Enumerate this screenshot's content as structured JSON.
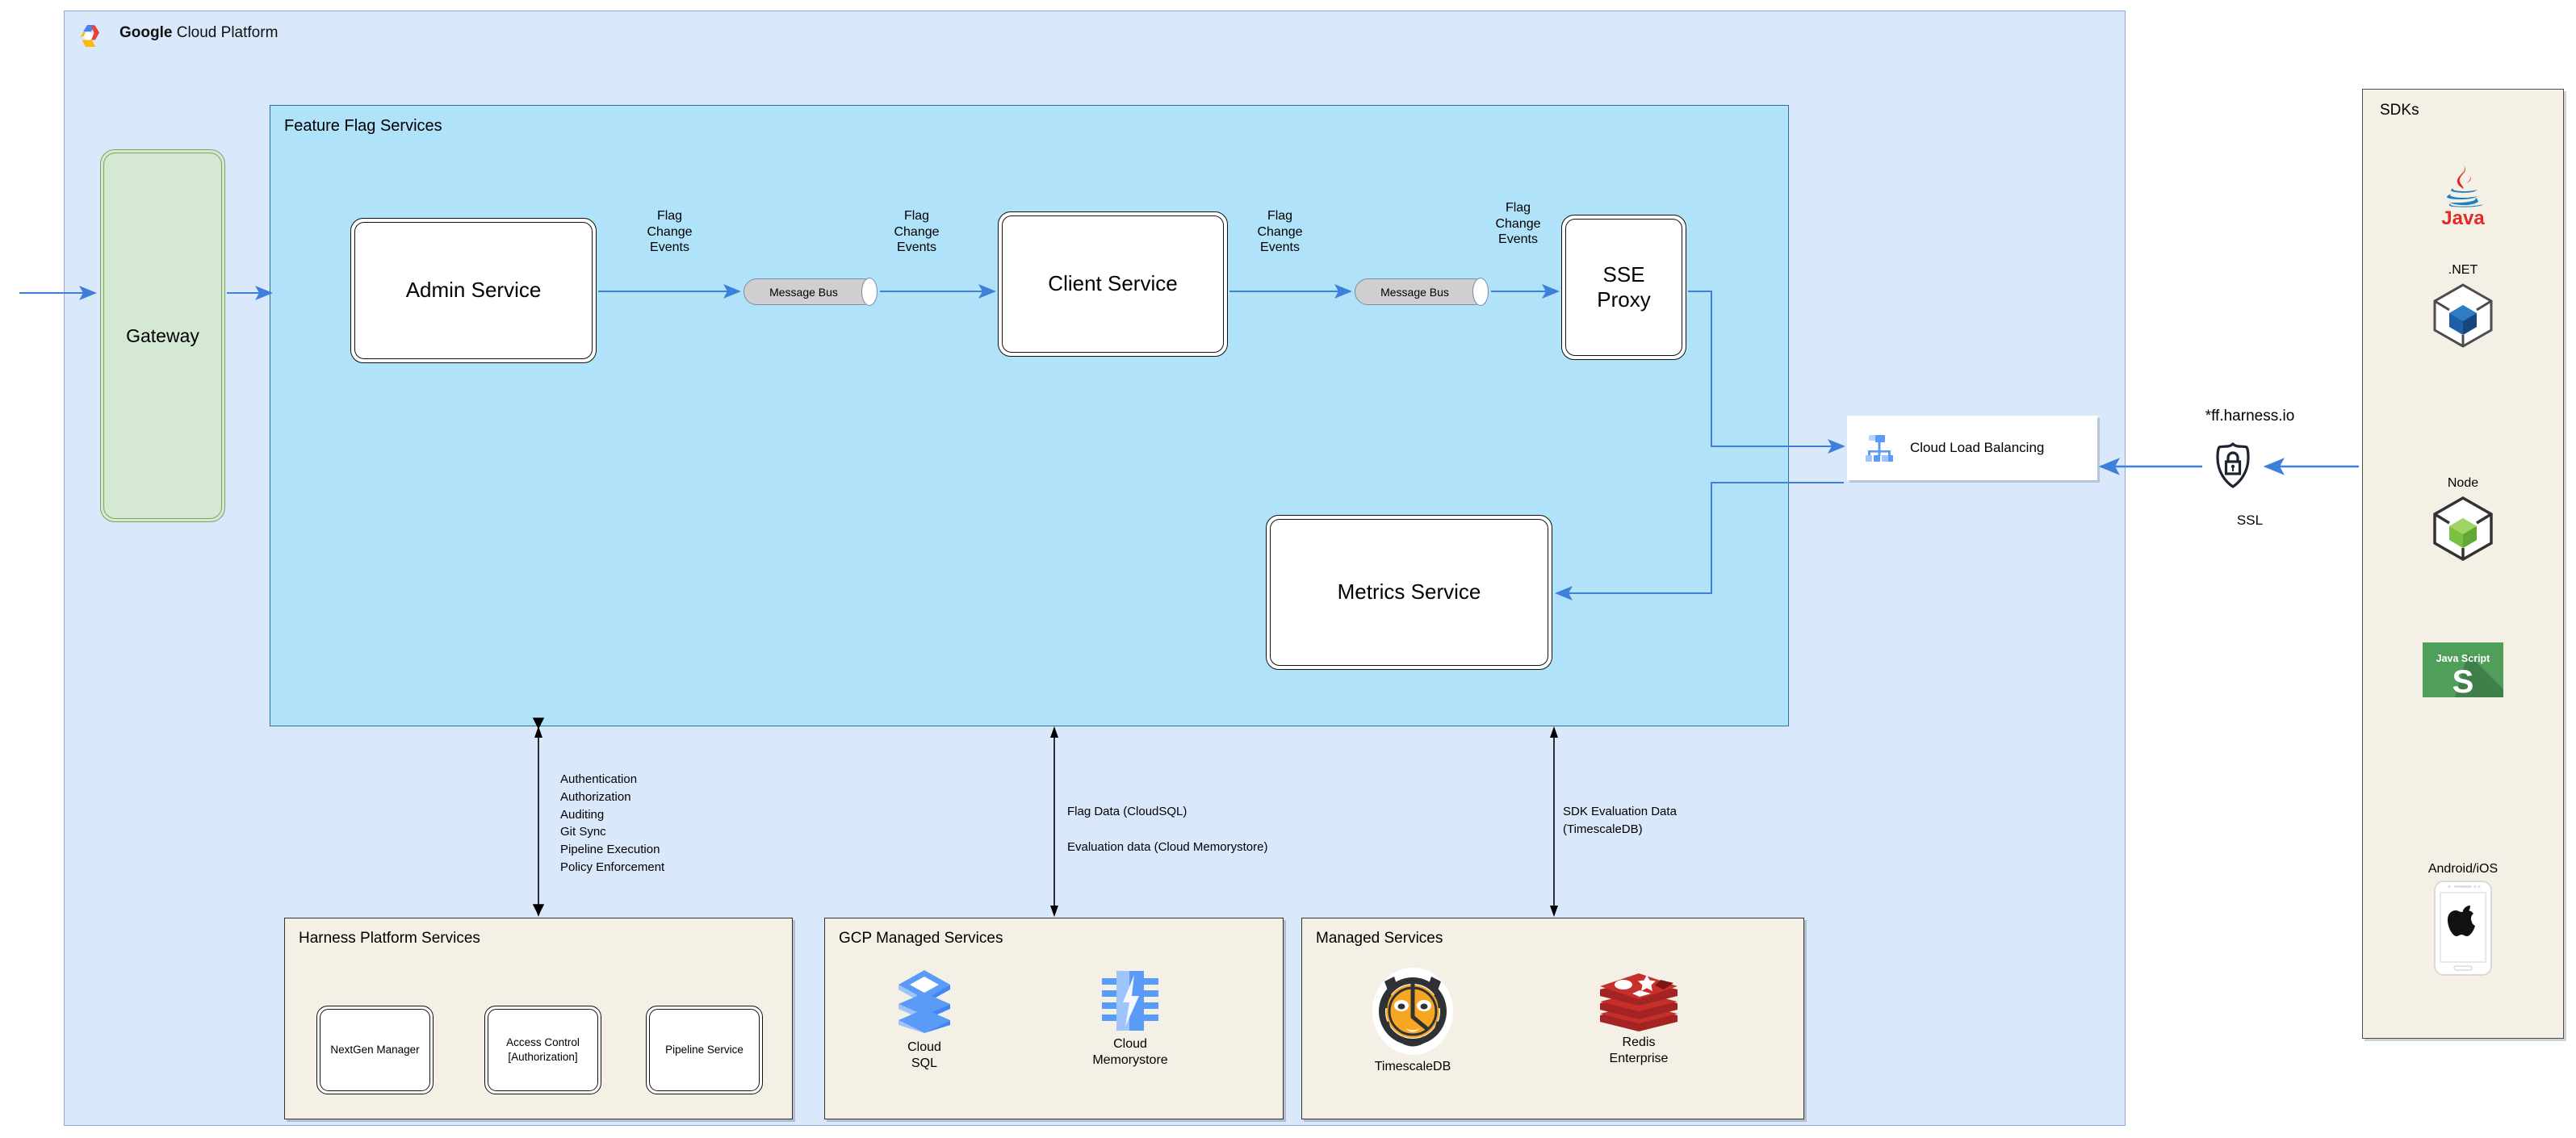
{
  "platform": {
    "title_bold": "Google",
    "title_rest": " Cloud Platform",
    "logo_icon": "google-cloud-logo"
  },
  "gateway": {
    "label": "Gateway"
  },
  "feature_flag_services": {
    "title": "Feature Flag Services",
    "nodes": {
      "admin_service": "Admin Service",
      "client_service": "Client Service",
      "sse_proxy": "SSE\nProxy",
      "metrics_service": "Metrics Service",
      "message_bus_1": "Message Bus",
      "message_bus_2": "Message Bus"
    },
    "edge_labels": {
      "admin_to_bus": "Flag\nChange\nEvents",
      "bus_to_client": "Flag\nChange\nEvents",
      "client_to_bus2": "Flag\nChange\nEvents",
      "bus2_to_sse": "Flag\nChange\nEvents"
    }
  },
  "load_balancer": {
    "label": "Cloud Load Balancing",
    "icon": "cloud-load-balancing-icon"
  },
  "ssl": {
    "hostname": "*ff.harness.io",
    "label": "SSL",
    "icon": "ssl-shield-lock-icon"
  },
  "sdks": {
    "title": "SDKs",
    "items": [
      {
        "caption": "",
        "name": "Java",
        "icon": "java-logo"
      },
      {
        "caption": ".NET",
        "name": ".NET",
        "icon": "dotnet-cube-icon"
      },
      {
        "caption": "Node",
        "name": "Node",
        "icon": "node-cube-icon"
      },
      {
        "caption": "",
        "name": "Java Script",
        "icon": "javascript-logo"
      },
      {
        "caption": "Android/iOS",
        "name": "Android/iOS",
        "icon": "mobile-phone-apple-icon"
      }
    ]
  },
  "annotations": {
    "harness_capabilities": "Authentication\nAuthorization\nAuditing\nGit Sync\nPipeline Execution\nPolicy Enforcement",
    "gcp_data": "Flag Data (CloudSQL)\n\nEvaluation data (Cloud Memorystore)",
    "managed_data": "SDK Evaluation Data\n(TimescaleDB)"
  },
  "bottom_panels": {
    "harness": {
      "title": "Harness Platform Services",
      "items": [
        "NextGen Manager",
        "Access Control\n[Authorization]",
        "Pipeline Service"
      ]
    },
    "gcp_managed": {
      "title": "GCP Managed Services",
      "items": [
        {
          "label": "Cloud\nSQL",
          "icon": "cloud-sql-icon"
        },
        {
          "label": "Cloud\nMemorystore",
          "icon": "cloud-memorystore-icon"
        }
      ]
    },
    "managed": {
      "title": "Managed Services",
      "items": [
        {
          "label": "TimescaleDB",
          "icon": "timescaledb-tiger-icon"
        },
        {
          "label": "Redis\nEnterprise",
          "icon": "redis-logo-icon"
        }
      ]
    }
  },
  "colors": {
    "gcp_container_bg": "#dae8fc",
    "ffs_container_bg": "#b0e3f9",
    "panel_bg": "#f5f0e6",
    "gateway_bg": "#d5e8d4",
    "arrow_blue": "#3d7fd9",
    "arrow_black": "#000000"
  }
}
